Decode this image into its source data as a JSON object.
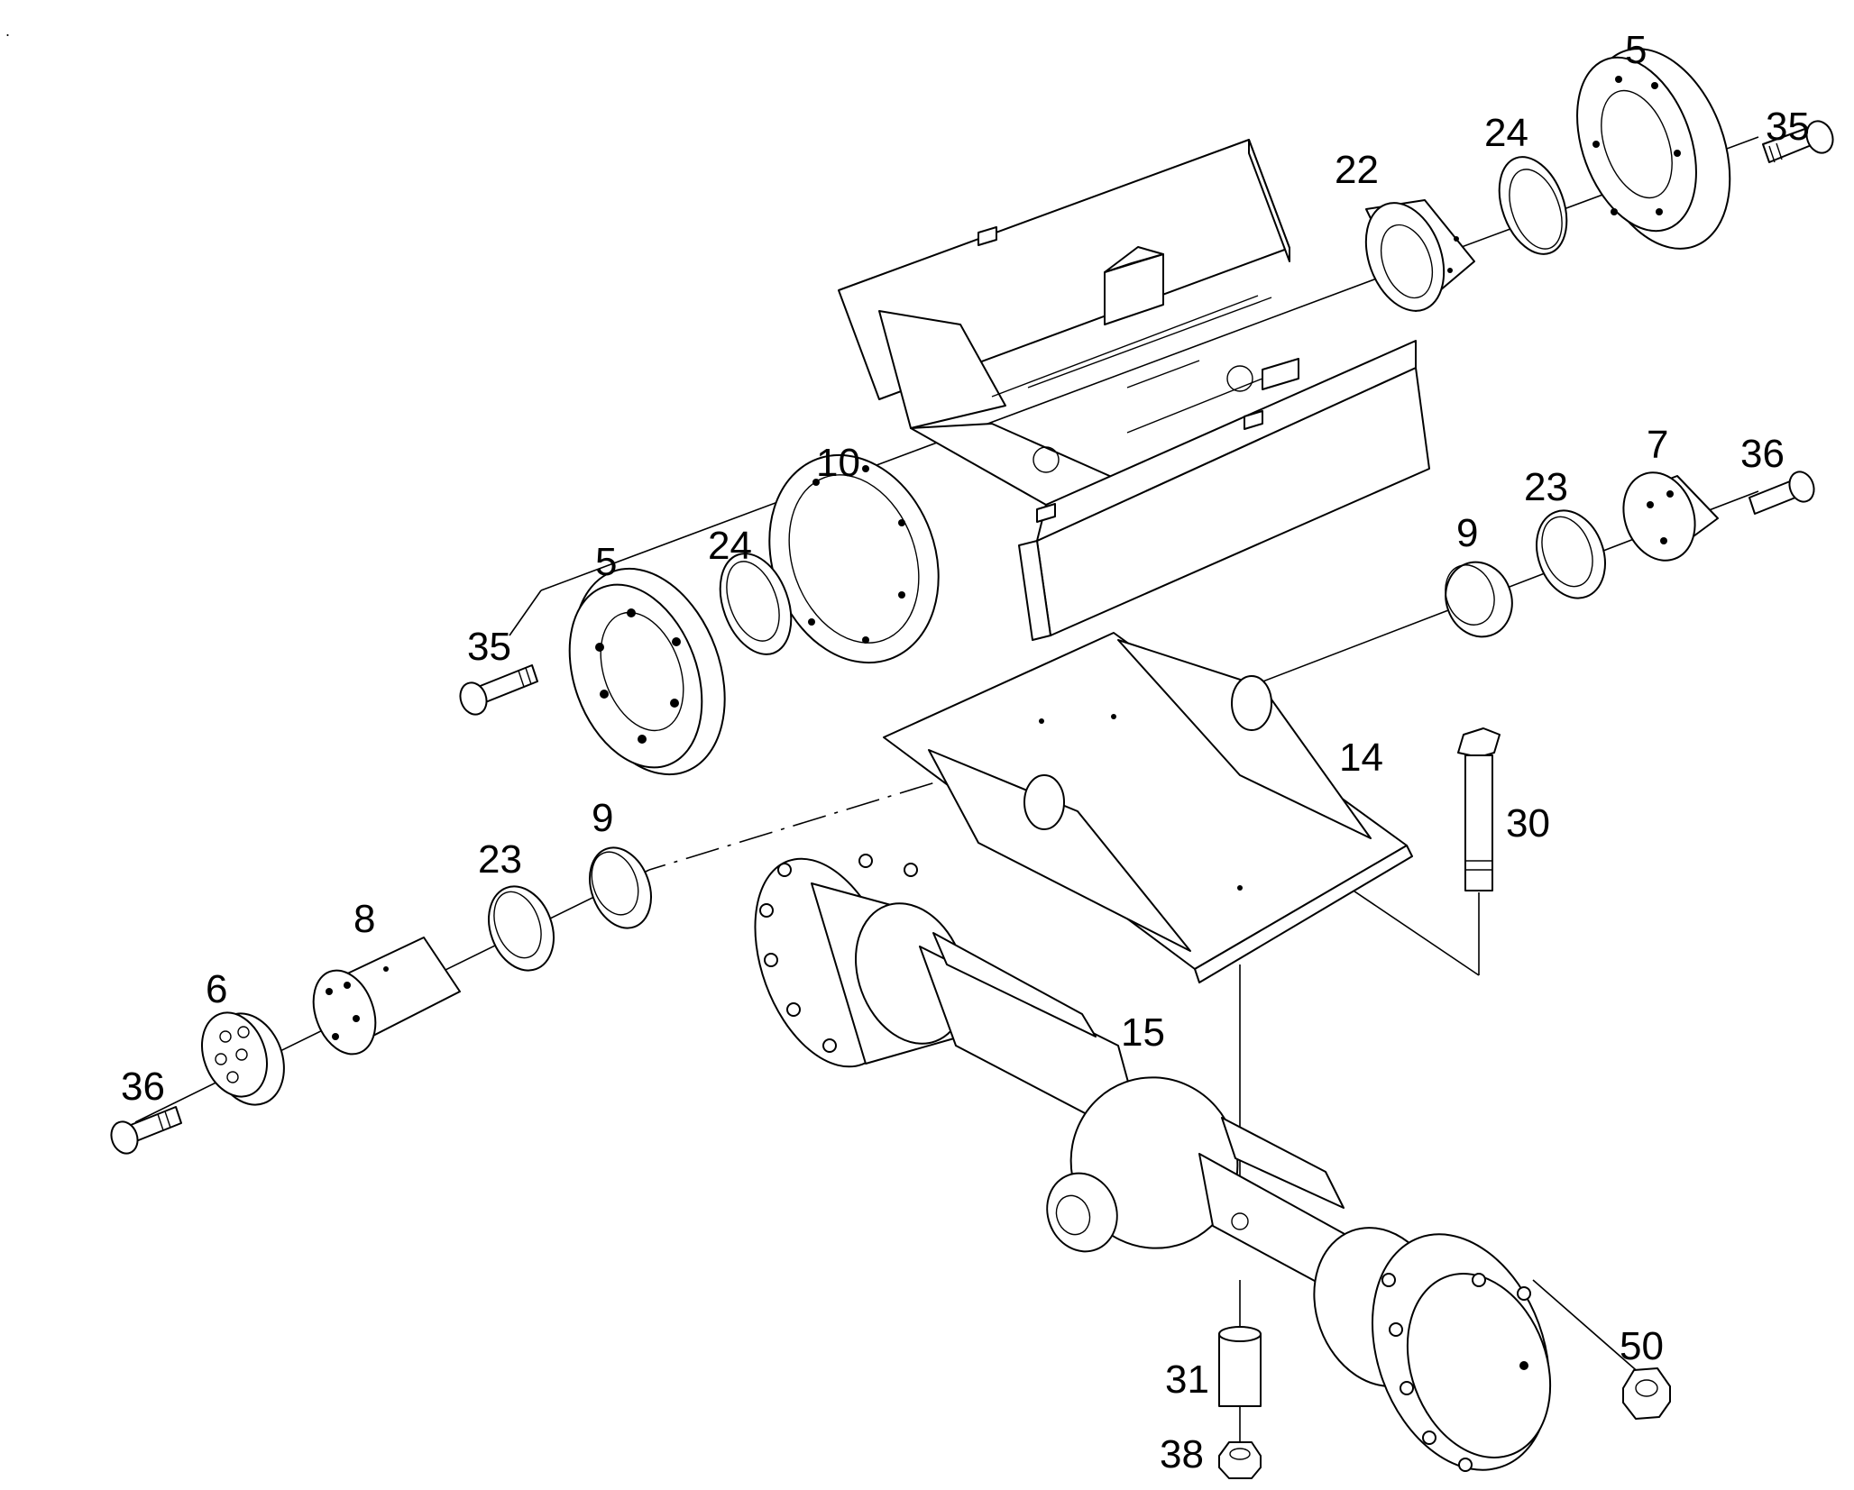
{
  "callouts": {
    "c5_top": "5",
    "c24_top": "24",
    "c35_top": "35",
    "c22": "22",
    "c7": "7",
    "c36_right": "36",
    "c23_right": "23",
    "c9_right": "9",
    "c10": "10",
    "c24_left": "24",
    "c5_left": "5",
    "c35_left": "35",
    "c14": "14",
    "c30": "30",
    "c9_left": "9",
    "c23_left": "23",
    "c8": "8",
    "c6": "6",
    "c36_left": "36",
    "c15": "15",
    "c50": "50",
    "c31": "31",
    "c38": "38"
  },
  "mark": "."
}
